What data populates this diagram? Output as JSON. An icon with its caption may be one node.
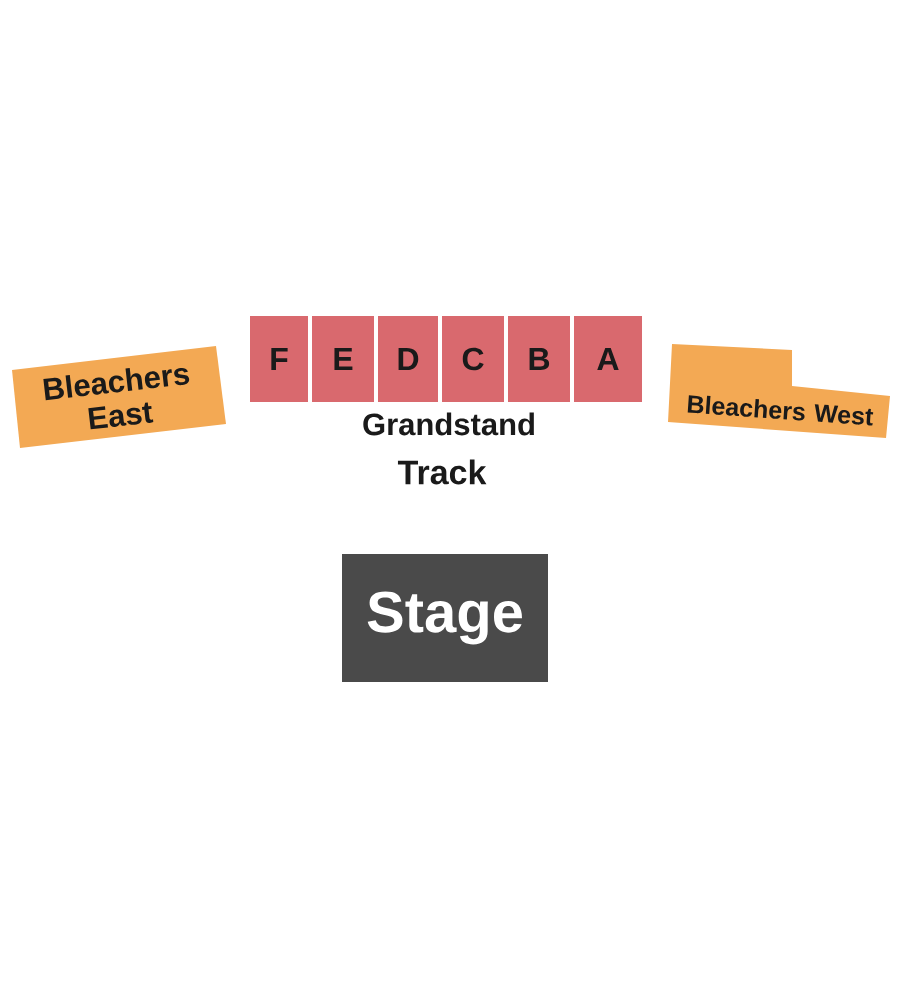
{
  "diagram": {
    "nodes": [
      {
        "text": [
          "Bleachers East"
        ]
      },
      {
        "text": [
          "F"
        ]
      },
      {
        "text": [
          "E"
        ]
      },
      {
        "text": [
          "D"
        ]
      },
      {
        "text": [
          "C"
        ]
      },
      {
        "text": [
          "B"
        ]
      },
      {
        "text": [
          "A"
        ]
      },
      {
        "text": [
          "Bleachers West"
        ]
      },
      {
        "text": [
          "Stage"
        ]
      }
    ],
    "labels": [
      "Grandstand",
      "Track"
    ]
  }
}
